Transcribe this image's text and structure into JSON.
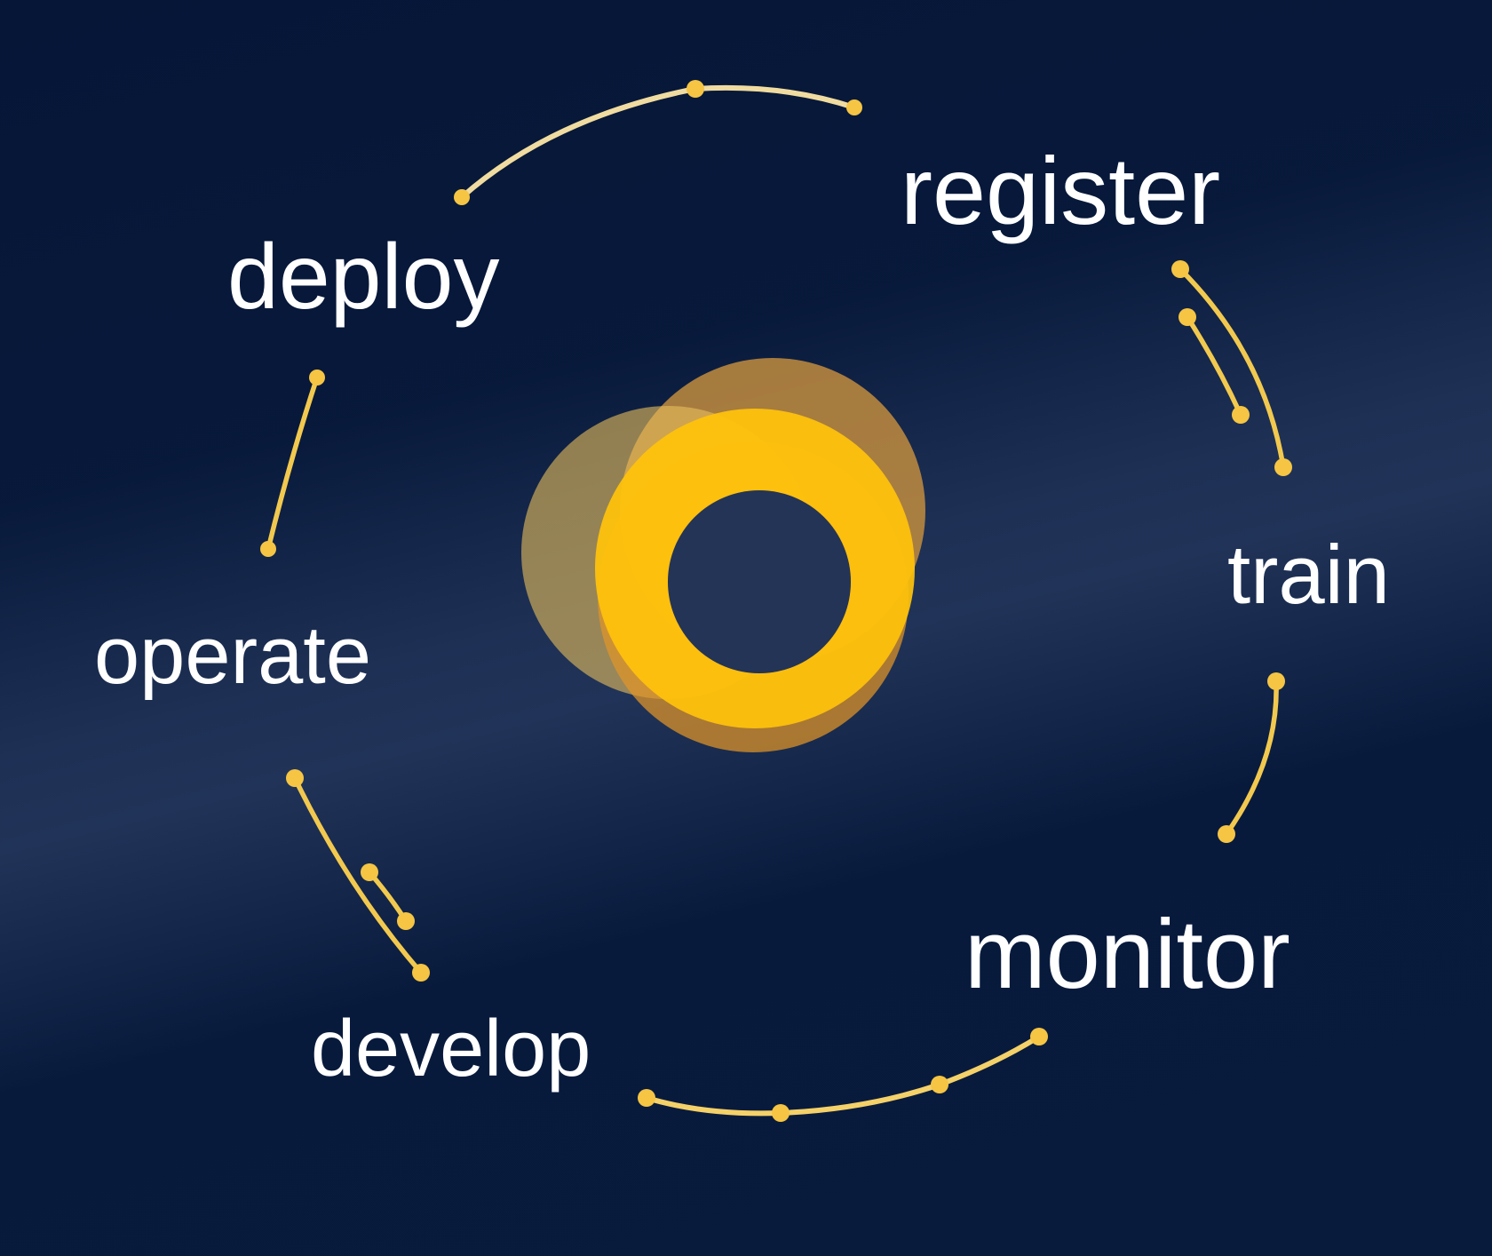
{
  "diagram": {
    "stages": [
      {
        "id": "register",
        "label": "register"
      },
      {
        "id": "train",
        "label": "train"
      },
      {
        "id": "monitor",
        "label": "monitor"
      },
      {
        "id": "develop",
        "label": "develop"
      },
      {
        "id": "operate",
        "label": "operate"
      },
      {
        "id": "deploy",
        "label": "deploy"
      }
    ],
    "connectors": [
      {
        "from": "deploy",
        "to": "register",
        "style": "arc",
        "dots": 3
      },
      {
        "from": "register",
        "to": "train",
        "style": "double-arc",
        "dots": 4
      },
      {
        "from": "train",
        "to": "monitor",
        "style": "arc",
        "dots": 2
      },
      {
        "from": "monitor",
        "to": "develop",
        "style": "arc",
        "dots": 4
      },
      {
        "from": "develop",
        "to": "operate",
        "style": "double-arc",
        "dots": 4
      },
      {
        "from": "operate",
        "to": "deploy",
        "style": "arc",
        "dots": 2
      }
    ],
    "colors": {
      "background": "#081a3c",
      "band": "#566a94",
      "text": "#ffffff",
      "dot": "#f5c543",
      "line_bright": "#f2c94f",
      "line_pale": "#f0dca0",
      "line_soft": "#f4d169"
    },
    "logo": {
      "icon": "overlapping-circles-ring-icon",
      "colors": {
        "tan": "#c28c3e",
        "khaki": "#eabf5b",
        "orange": "#e29527",
        "ring": "#ffc30b",
        "hole": "#243456"
      }
    }
  }
}
